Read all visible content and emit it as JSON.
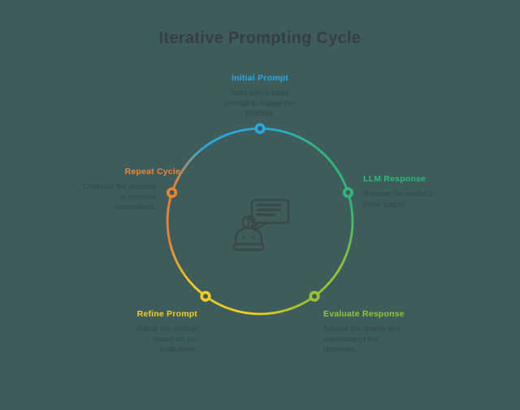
{
  "background_color": "#3e5c5c",
  "title": {
    "text": "Iterative Prompting Cycle",
    "color": "#373e41"
  },
  "center_icon": {
    "name": "chatbot-speech-bubble-icon",
    "stroke_color": "#3b4745"
  },
  "description_text_color": "#334648",
  "cycle": {
    "shape": "circle",
    "direction": "clockwise",
    "node_count": 5
  },
  "nodes": [
    {
      "id": "initial-prompt",
      "position": "top",
      "label": "Initial Prompt",
      "description": "Start with a basic\nprompt to initiate the\nprocess.",
      "color": "#2aa9e0"
    },
    {
      "id": "llm-response",
      "position": "right",
      "label": "LLM Response",
      "description": "Receive the model's\ninitial output.",
      "color": "#2eb978"
    },
    {
      "id": "evaluate-response",
      "position": "bottom-right",
      "label": "Evaluate Response",
      "description": "Assess the quality and\nrelevance of the\nresponse.",
      "color": "#9cc232"
    },
    {
      "id": "refine-prompt",
      "position": "bottom-left",
      "label": "Refine Prompt",
      "description": "Adjust the prompt\nbased on the\nevaluation.",
      "color": "#f0d01e"
    },
    {
      "id": "repeat-cycle",
      "position": "left",
      "label": "Repeat Cycle",
      "description": "Continue the process\nto improve\ninteractions.",
      "color": "#ef8331"
    }
  ]
}
